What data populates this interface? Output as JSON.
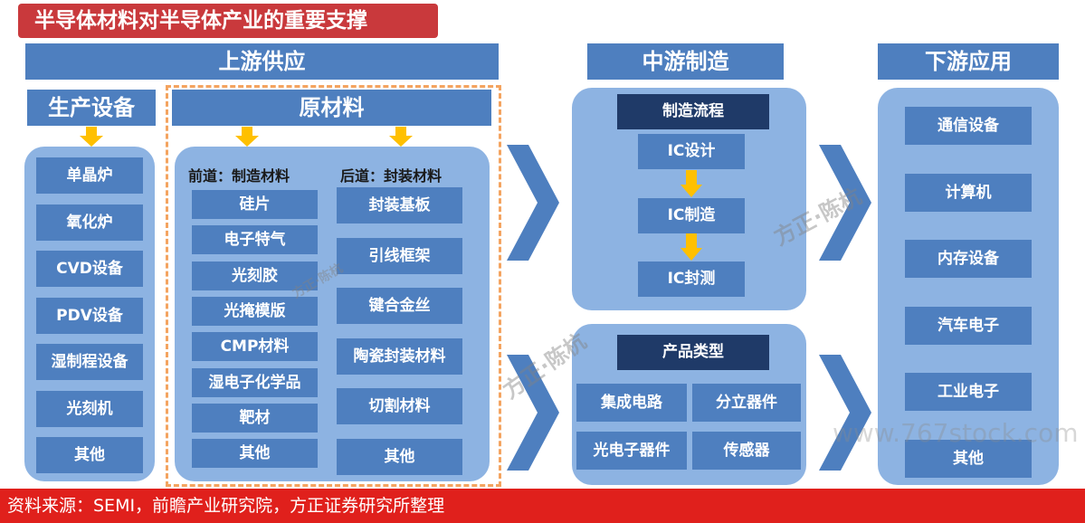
{
  "title": "半导体材料对半导体产业的重要支撑",
  "upstream": {
    "header": "上游供应",
    "equipment": {
      "header": "生产设备",
      "items": [
        "单晶炉",
        "氧化炉",
        "CVD设备",
        "PDV设备",
        "湿制程设备",
        "光刻机",
        "其他"
      ]
    },
    "materials": {
      "header": "原材料",
      "front": {
        "label": "前道：制造材料",
        "items": [
          "硅片",
          "电子特气",
          "光刻胶",
          "光掩模版",
          "CMP材料",
          "湿电子化学品",
          "靶材",
          "其他"
        ]
      },
      "back": {
        "label": "后道：封装材料",
        "items": [
          "封装基板",
          "引线框架",
          "键合金丝",
          "陶瓷封装材料",
          "切割材料",
          "其他"
        ]
      }
    }
  },
  "midstream": {
    "header": "中游制造",
    "process": {
      "label": "制造流程",
      "steps": [
        "IC设计",
        "IC制造",
        "IC封测"
      ]
    },
    "products": {
      "label": "产品类型",
      "items": [
        "集成电路",
        "分立器件",
        "光电子器件",
        "传感器"
      ]
    }
  },
  "downstream": {
    "header": "下游应用",
    "items": [
      "通信设备",
      "计算机",
      "内存设备",
      "汽车电子",
      "工业电子",
      "其他"
    ]
  },
  "footer": "资料来源：SEMI，前瞻产业研究院，方正证券研究所整理",
  "watermarks": [
    "方正·陈杭",
    "方正·陈杭",
    "方正·陈杭",
    "www.767stock.com"
  ],
  "colors": {
    "title_bg": "#c9393c",
    "header_blue": "#4e7fbf",
    "panel_blue": "#8db3e2",
    "dark_navy": "#1f3a68",
    "arrow_yellow": "#ffc000",
    "dashed_orange": "#f4a460",
    "footer_red": "#e0201c"
  },
  "icons": [
    "down-arrow-icon",
    "chevron-right-icon"
  ]
}
